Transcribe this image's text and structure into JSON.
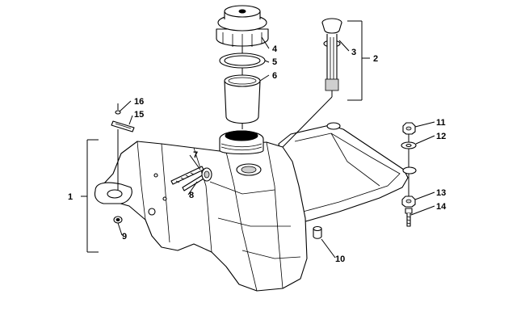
{
  "diagram": {
    "callouts": [
      {
        "id": "c1",
        "label": "1"
      },
      {
        "id": "c2",
        "label": "2"
      },
      {
        "id": "c3",
        "label": "3"
      },
      {
        "id": "c4",
        "label": "4"
      },
      {
        "id": "c5",
        "label": "5"
      },
      {
        "id": "c6",
        "label": "6"
      },
      {
        "id": "c7",
        "label": "7"
      },
      {
        "id": "c8",
        "label": "8"
      },
      {
        "id": "c9",
        "label": "9"
      },
      {
        "id": "c10",
        "label": "10"
      },
      {
        "id": "c11",
        "label": "11"
      },
      {
        "id": "c12",
        "label": "12"
      },
      {
        "id": "c13",
        "label": "13"
      },
      {
        "id": "c14",
        "label": "14"
      },
      {
        "id": "c15",
        "label": "15"
      },
      {
        "id": "c16",
        "label": "16"
      }
    ],
    "colors": {
      "line": "#000000",
      "background": "#ffffff",
      "shade": "#cfcfcf"
    }
  }
}
